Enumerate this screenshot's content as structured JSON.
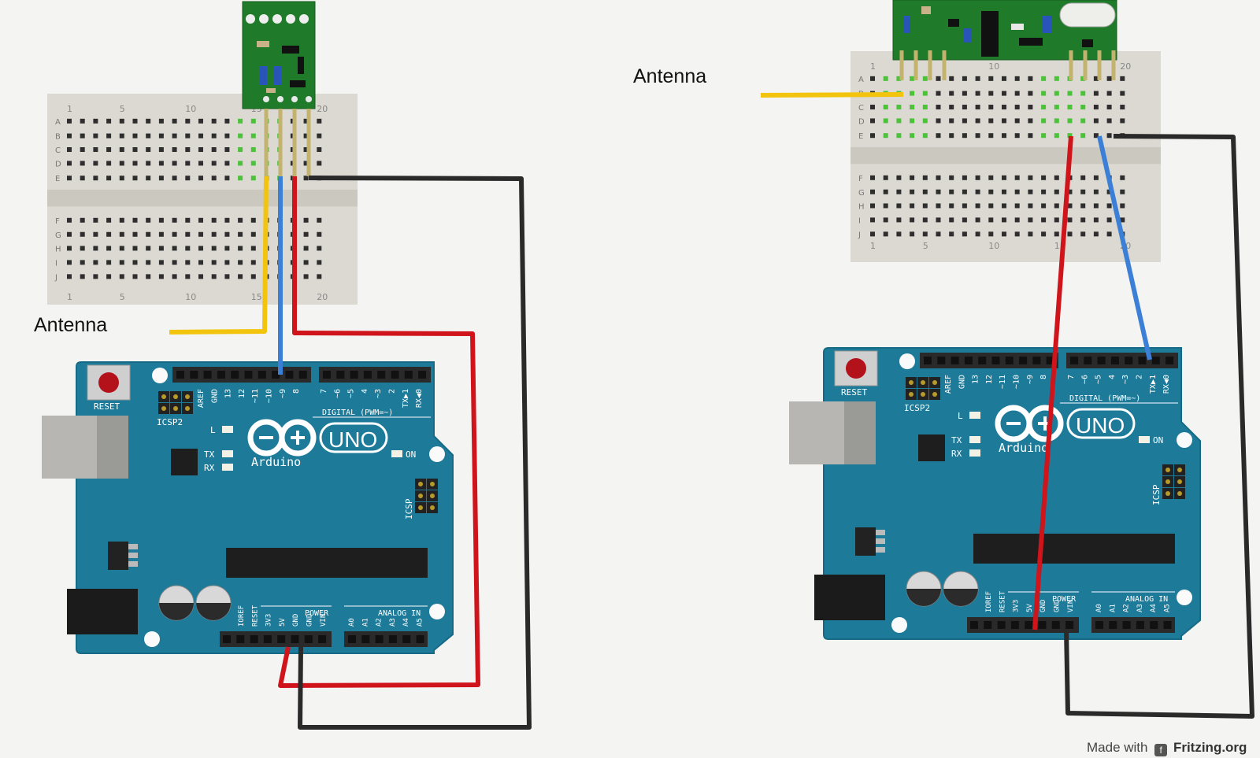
{
  "left_diagram": {
    "antenna_label": "Antenna",
    "breadboard": {
      "col_top": [
        "1",
        "5",
        "10",
        "15",
        "20"
      ],
      "col_bottom": [
        "1",
        "5",
        "10",
        "15",
        "20"
      ],
      "rows_top": [
        "A",
        "B",
        "C",
        "D",
        "E"
      ],
      "rows_bottom": [
        "F",
        "G",
        "H",
        "I",
        "J"
      ]
    },
    "arduino": {
      "reset": "RESET",
      "icsp2": "ICSP2",
      "icsp": "ICSP",
      "l": "L",
      "tx": "TX",
      "rx": "RX",
      "on": "ON",
      "digital": "DIGITAL (PWM=~)",
      "power": "POWER",
      "analog": "ANALOG IN",
      "brand": "Arduino",
      "uno": "UNO",
      "pins_top": [
        "AREF",
        "GND",
        "13",
        "12",
        "~11",
        "~10",
        "~9",
        "8",
        "7",
        "~6",
        "~5",
        "4",
        "~3",
        "2",
        "TX▶1",
        "RX◀0"
      ],
      "pins_power": [
        "IOREF",
        "RESET",
        "3V3",
        "5V",
        "GND",
        "GND",
        "VIN"
      ],
      "pins_analog": [
        "A0",
        "A1",
        "A2",
        "A3",
        "A4",
        "A5"
      ]
    }
  },
  "right_diagram": {
    "antenna_label": "Antenna",
    "breadboard": {
      "col_top": [
        "1",
        "10",
        "20"
      ],
      "col_bottom": [
        "1",
        "5",
        "10",
        "15",
        "20"
      ],
      "rows_top": [
        "A",
        "B",
        "C",
        "D",
        "E"
      ],
      "rows_bottom": [
        "F",
        "G",
        "H",
        "I",
        "J"
      ]
    },
    "arduino": {
      "reset": "RESET",
      "icsp2": "ICSP2",
      "icsp": "ICSP",
      "l": "L",
      "tx": "TX",
      "rx": "RX",
      "on": "ON",
      "digital": "DIGITAL (PWM=~)",
      "power": "POWER",
      "analog": "ANALOG IN",
      "brand": "Arduino",
      "uno": "UNO",
      "pins_top": [
        "AREF",
        "GND",
        "13",
        "12",
        "~11",
        "~10",
        "~9",
        "8",
        "7",
        "~6",
        "~5",
        "4",
        "~3",
        "2",
        "TX▶1",
        "RX◀0"
      ],
      "pins_power": [
        "IOREF",
        "RESET",
        "3V3",
        "5V",
        "GND",
        "GND",
        "VIN"
      ],
      "pins_analog": [
        "A0",
        "A1",
        "A2",
        "A3",
        "A4",
        "A5"
      ]
    }
  },
  "credit": {
    "made_with": "Made with",
    "brand": "Fritzing.org"
  },
  "colors": {
    "board": "#1d7a99",
    "breadboard": "#dcd9d2",
    "module": "#1f7a2a",
    "wire_red": "#d0141b",
    "wire_blue": "#3b7fd6",
    "wire_black": "#2a2a2a",
    "wire_yellow": "#f2c40e"
  }
}
